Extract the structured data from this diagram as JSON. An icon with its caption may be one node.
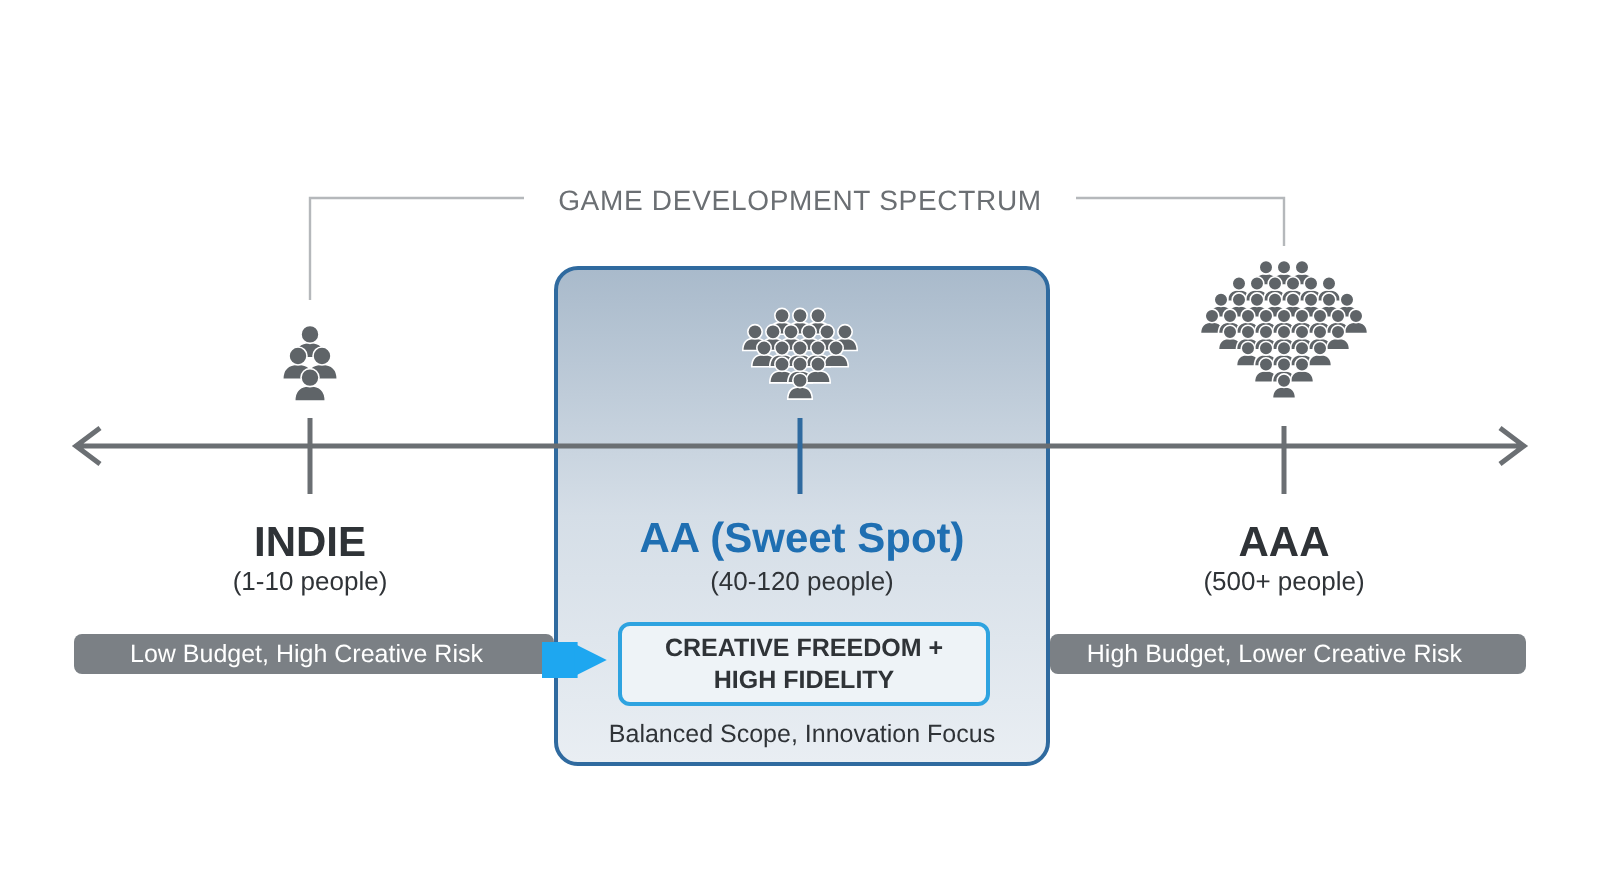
{
  "diagram": {
    "title": "GAME DEVELOPMENT SPECTRUM",
    "nodes": [
      {
        "text": [
          "AA (Sweet Spot)",
          "(40-120 people)",
          "Balanced Scope, Innovation Focus"
        ]
      },
      {
        "text": [
          "CREATIVE FREEDOM + HIGH FIDELITY"
        ],
        "in": 0
      },
      {
        "text": [
          "Low Budget, High Creative Risk"
        ]
      },
      {
        "text": [
          "High Budget, Lower Creative Risk"
        ]
      }
    ],
    "edges": [
      {
        "from": 2,
        "to": 1,
        "arrow": "to",
        "color": "#1ea7f0"
      }
    ],
    "labels": [
      "INDIE",
      "(1-10 people)",
      "AAA",
      "(500+ people)"
    ]
  }
}
